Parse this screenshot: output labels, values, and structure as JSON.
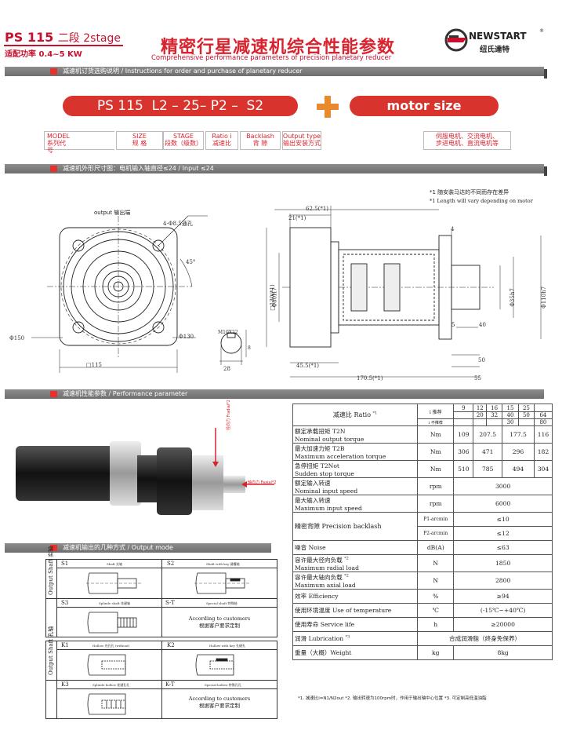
{
  "header": {
    "model": "PS 115",
    "stage": "二段 2stage",
    "power": "适配功率 0.4~5 KW",
    "title_cn": "精密行星减速机综合性能参数",
    "title_en": "Comprehensive performance parameters of precision planetary reducer",
    "brand": "NEWSTART",
    "brand_cn": "纽氏達特",
    "registered": "®"
  },
  "sections": {
    "order": "减速机订货选购说明 / Instructions for order and purchase of planetary reducer",
    "dimension": "减速机外形尺寸图：电机输入轴直径≤24 / Input ≤24",
    "performance": "减速机性能参数 / Performance parameter",
    "output_mode": "减速机输出的几种方式 / Output mode"
  },
  "order_code": {
    "ps": "PS 115",
    "l2": "L2",
    "dash1": "–",
    "ratio": "25",
    "dash2": "–",
    "p2": "P2",
    "dash3": "–",
    "s2": "S2",
    "plus": "+",
    "motor": "motor size",
    "labels": {
      "model_en": "MODEL",
      "model_cn": "系列代号",
      "size_en": "SIZE",
      "size_cn": "规 格",
      "stage_en": "STAGE",
      "stage_cn": "段数（级数）",
      "ratio_en": "Ratio i",
      "ratio_cn": "减速比",
      "backlash_en": "Backlash",
      "backlash_cn": "背 隙",
      "output_en": "Output type",
      "output_cn": "输出安装方式",
      "motor_cn1": "伺服电机、交流电机、",
      "motor_cn2": "步进电机、直流电机等"
    }
  },
  "drawing": {
    "note1": "*1  随安装马达的不同而存在差异",
    "note2": "*1 Length will vary depending on motor",
    "output_label": "output 输出端",
    "d_hole": "4-Φ8.5通孔",
    "angle": "45°",
    "d150": "Φ150",
    "d130": "Φ130",
    "sq115": "□115",
    "m10": "M10X22",
    "w28": "28",
    "w8": "8",
    "l62": "62.5(*1)",
    "l21": "21(*1)",
    "sq130": "□130(*1)",
    "d80": "Φ80H7",
    "d110": "Φ110h7",
    "d35": "Φ35h7",
    "l45": "45.5(*1)",
    "l170": "170.5(*1)",
    "l40": "40",
    "l5": "5",
    "l50": "50",
    "l55": "55",
    "k4": "4"
  },
  "force": {
    "radial": "径向力 Fradial*2",
    "axial": "轴向力 Faxial*2"
  },
  "perf_table": {
    "ratio_label": "减速比 Ratio",
    "ratio_mark": "*1",
    "i_rec": "i 推荐",
    "i_nrec": "i 不推荐",
    "ratios_top": [
      "9",
      "12",
      "16",
      "15",
      "25",
      ""
    ],
    "ratios_mid": [
      "",
      "20",
      "32",
      "40",
      "50",
      "64"
    ],
    "ratios_low": [
      "",
      "",
      "",
      "30",
      "",
      "80"
    ],
    "rows": [
      {
        "cn": "额定承载扭矩 T2N",
        "en": "Nominal output torque",
        "unit": "Nm",
        "vals": [
          "109",
          "207.5",
          "177.5",
          "116"
        ]
      },
      {
        "cn": "最大加速力矩 T2B",
        "en": "Maximum acceleration torque",
        "unit": "Nm",
        "vals": [
          "306",
          "471",
          "296",
          "182"
        ]
      },
      {
        "cn": "急停扭矩 T2Not",
        "en": "Sudden stop torque",
        "unit": "Nm",
        "vals": [
          "510",
          "785",
          "494",
          "304"
        ]
      },
      {
        "cn": "额定输入转速",
        "en": "Nominal input speed",
        "unit": "rpm",
        "val": "3000"
      },
      {
        "cn": "最大输入转速",
        "en": "Maximum input speed",
        "unit": "rpm",
        "val": "6000"
      }
    ],
    "backlash": {
      "label": "精密背隙 Precision backlash",
      "p1": "P1-arcmin",
      "p1v": "≤10",
      "p2": "P2-arcmin",
      "p2v": "≤12"
    },
    "noise": {
      "label": "噪音 Noise",
      "unit": "dB(A)",
      "val": "≤63"
    },
    "radial": {
      "cn": "容许最大径向负载",
      "en": "Maximum radial load",
      "mark": "*2",
      "unit": "N",
      "val": "1850"
    },
    "axial": {
      "cn": "容许最大轴向负载",
      "en": "Maximum axial load",
      "mark": "*2",
      "unit": "N",
      "val": "2800"
    },
    "eff": {
      "label": "效率 Efficiency",
      "unit": "%",
      "val": "≥94"
    },
    "temp": {
      "label": "使用环境温度 Use of temperature",
      "unit": "℃",
      "val": "(-15℃~+40℃)"
    },
    "life": {
      "label": "使用寿命 Service life",
      "unit": "h",
      "val": "≥20000"
    },
    "lub": {
      "label": "润滑 Lubrication",
      "mark": "*3",
      "val": "合成润滑脂（终身免保养）"
    },
    "weight": {
      "label": "重量（大概）Weight",
      "unit": "kg",
      "val": "8kg"
    },
    "footnote": "*1. 减速比i=N1/N2out  *2. 输出转速为100rpm时，作用于输出轴中心位置  *3. 可定制高低温油脂"
  },
  "output_mode": {
    "solid_side": "Output Shaft 实轴",
    "hollow_side": "Output Shaft 孔轴",
    "s1": "S1",
    "s1_desc": "Shaft 光轴",
    "s2": "S2",
    "s2_desc": "Shaft with key 键槽轴",
    "s3": "S3",
    "s3_desc": "Splinde shaft 花键轴",
    "st": "S-T",
    "st_desc": "Special shaft 特殊轴",
    "s_custom_en": "According to customers",
    "s_custom_cn": "根据客户要求定制",
    "k1": "K1",
    "k1_desc": "Hollow 光孔孔 (without)",
    "k2": "K2",
    "k2_desc": "Hollow with key 孔键孔",
    "k3": "K3",
    "k3_desc": "Splinde hollow 花键孔孔",
    "kt": "K-T",
    "kt_desc": "Special hollow 特殊孔孔",
    "k_custom_en": "According to customers",
    "k_custom_cn": "根据客户要求定制"
  }
}
